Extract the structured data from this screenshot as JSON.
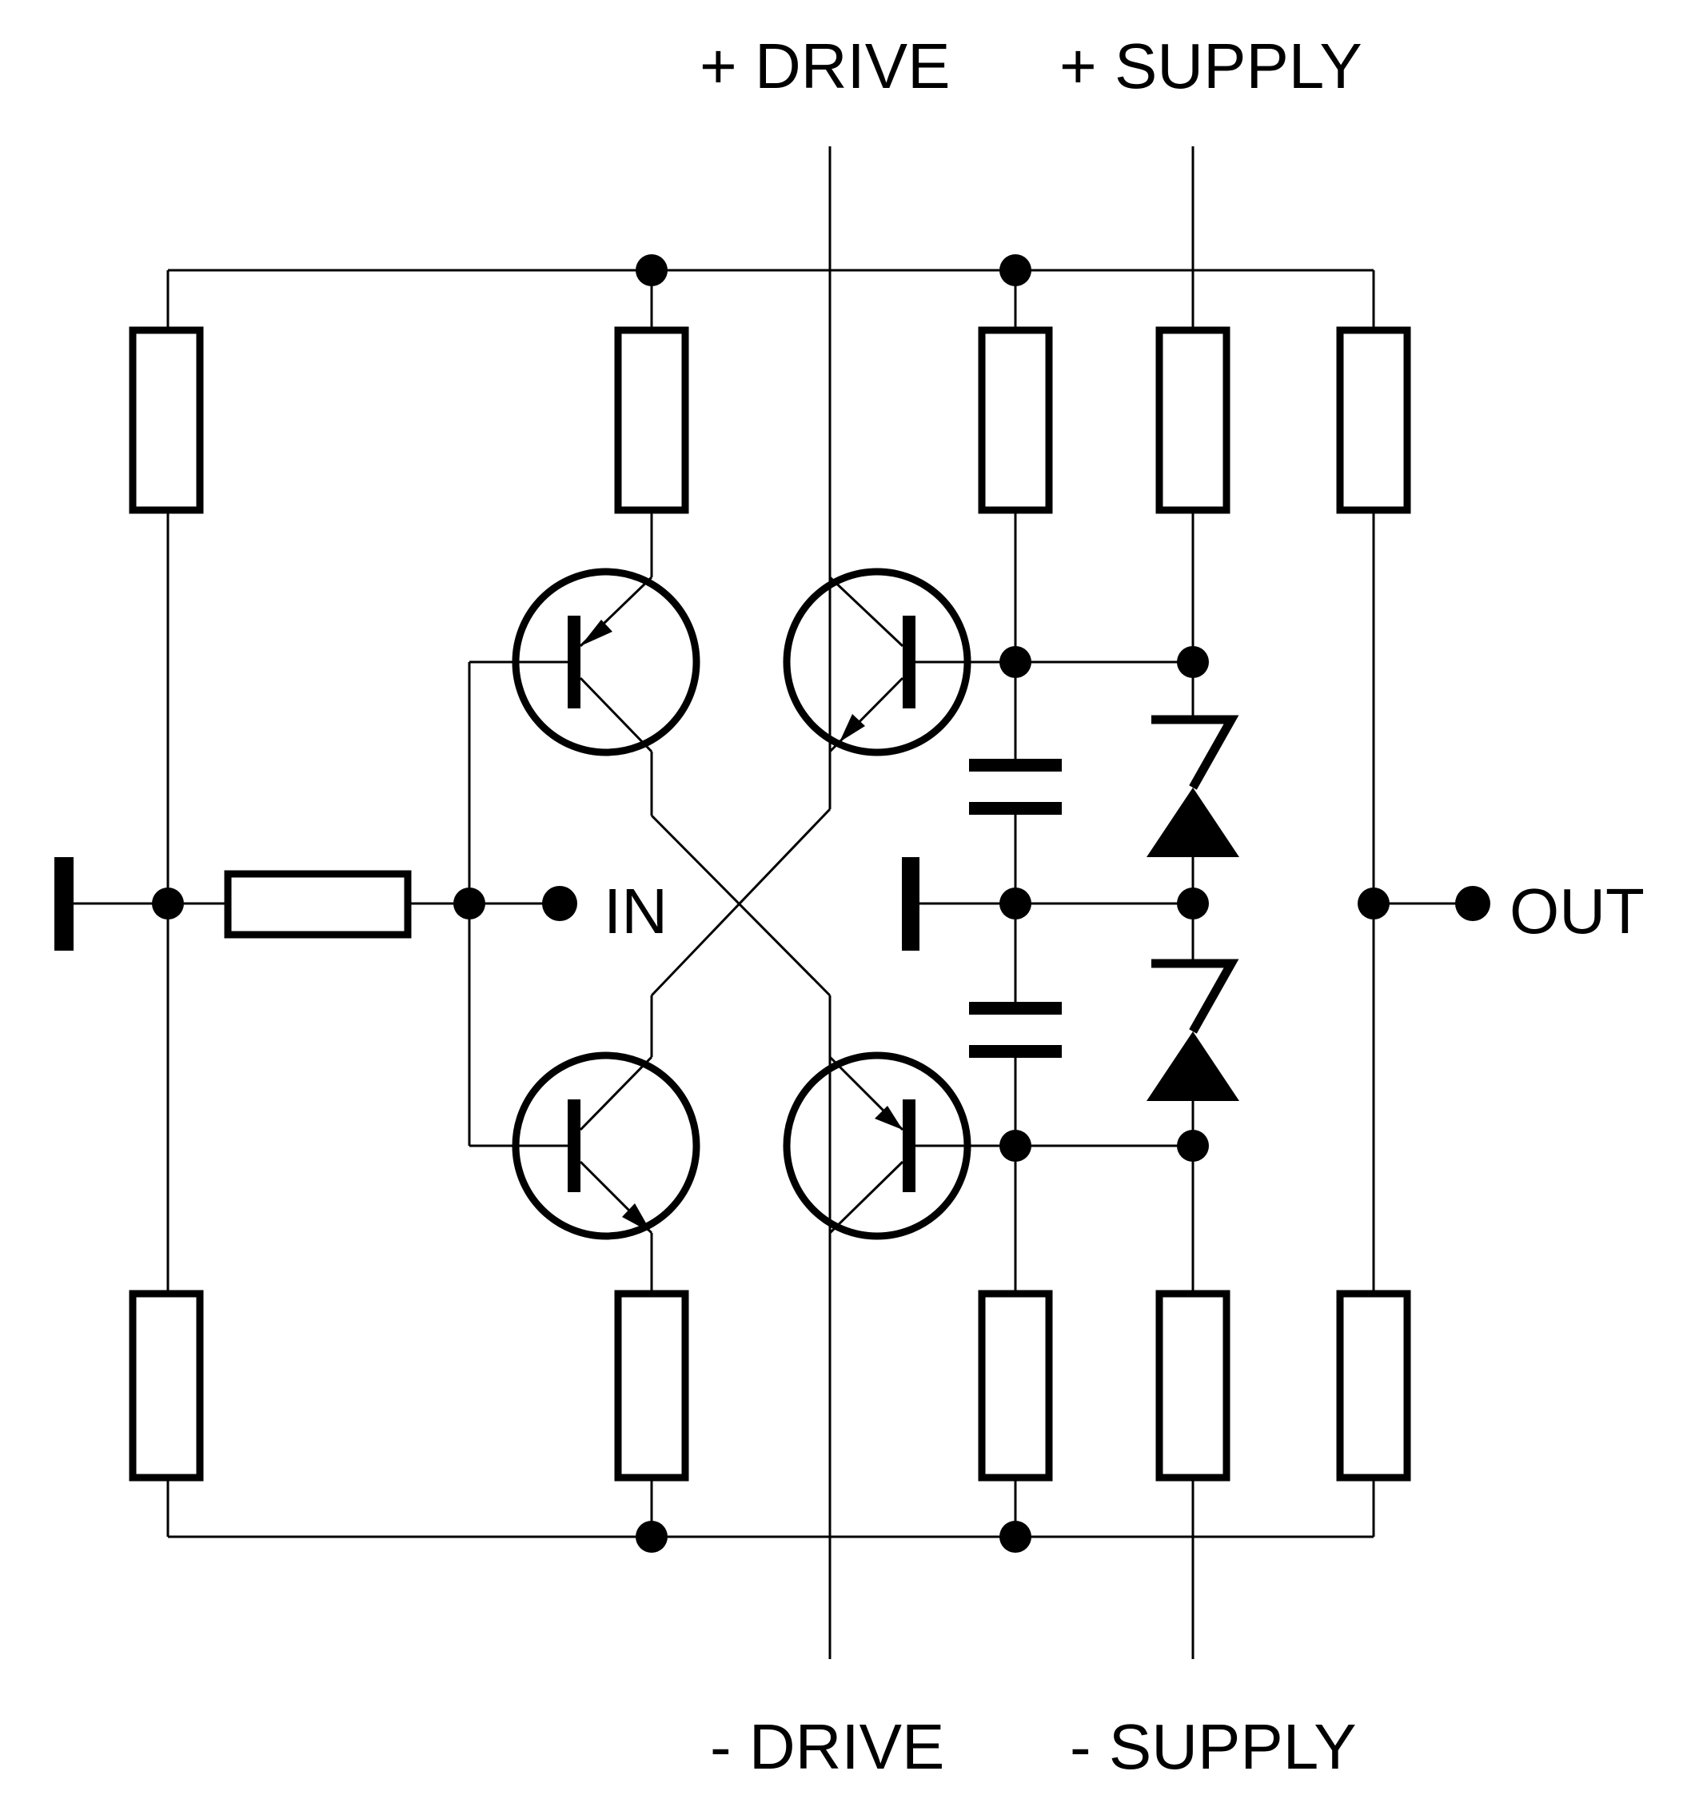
{
  "labels": {
    "drive_plus": "+ DRIVE",
    "supply_plus": "+ SUPPLY",
    "drive_minus": "- DRIVE",
    "supply_minus": "- SUPPLY",
    "input": "IN",
    "output": "OUT"
  },
  "colors": {
    "ink": "#000000",
    "background": "#ffffff"
  }
}
